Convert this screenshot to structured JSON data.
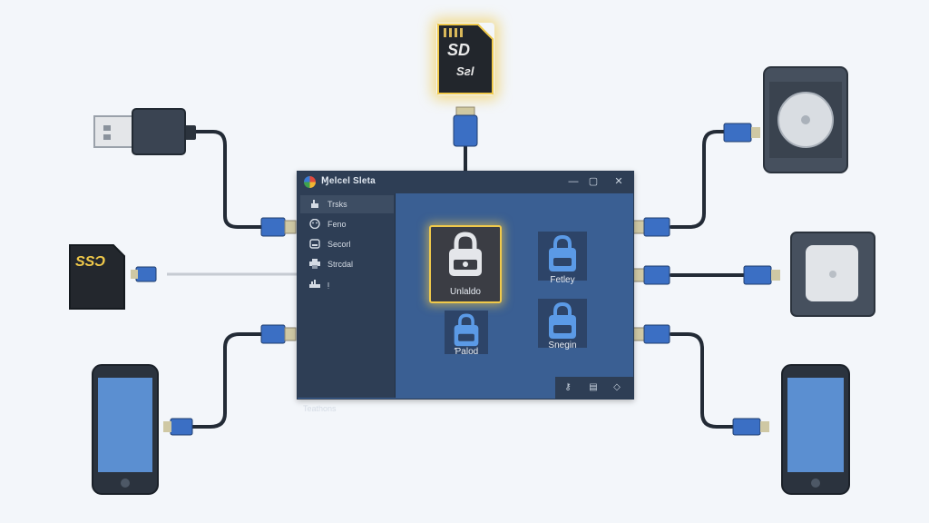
{
  "window": {
    "title": "Ɱelcel Sleta",
    "icons": [
      "app-icon",
      "minimize-icon",
      "maximize-icon",
      "close-icon"
    ]
  },
  "sidebar": {
    "items": [
      {
        "label": "Trsks",
        "icon": "hand-icon"
      },
      {
        "label": "Feno",
        "icon": "face-icon"
      },
      {
        "label": "Secorl",
        "icon": "drive-icon"
      },
      {
        "label": "Strcdal",
        "icon": "printer-icon"
      },
      {
        "label": "ᴉ",
        "icon": "network-icon"
      }
    ],
    "footer": "Teathons"
  },
  "tiles": [
    {
      "label": "Unlaldo",
      "icon": "lock-drive-icon",
      "selected": true
    },
    {
      "label": "Fetley",
      "icon": "lock-drive-icon"
    },
    {
      "label": "Ƥalod",
      "icon": "lock-drive-icon"
    },
    {
      "label": "Snegin",
      "icon": "lock-drive-icon"
    }
  ],
  "tray": {
    "icons": [
      "key-icon",
      "card-icon",
      "diamond-icon"
    ]
  },
  "devices": {
    "sd_top": {
      "label_line1": "SD",
      "label_line2": "Sƨl"
    },
    "sd_left": {
      "label": "SSƆ"
    },
    "others": [
      "usb-drive",
      "phone-left",
      "hdd-top-right",
      "hdd-right",
      "phone-right"
    ]
  },
  "colors": {
    "background": "#f3f6fa",
    "window": "#3a5f93",
    "sidebar": "#2e3e55",
    "highlight": "#f0c94a",
    "connector": "#3b6fc4"
  }
}
